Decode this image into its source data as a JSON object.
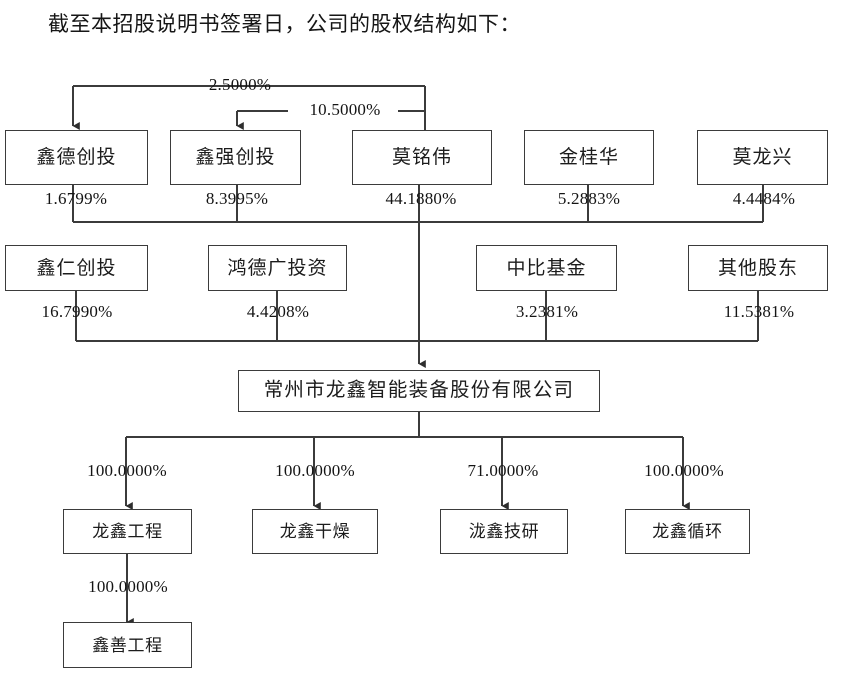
{
  "page": {
    "title": "截至本招股说明书签署日，公司的股权结构如下：",
    "background": "#ffffff",
    "line_color": "#3b3b3b",
    "text_color": "#1a1a1a"
  },
  "chart_data": {
    "type": "diagram",
    "title": "截至本招股说明书签署日，公司的股权结构如下：",
    "diagram_kind": "shareholding-structure-tree",
    "center_entity": "常州市龙鑫智能装备股份有限公司",
    "shareholders_row1": [
      {
        "name": "鑫德创投",
        "pct": "1.6799%"
      },
      {
        "name": "鑫强创投",
        "pct": "8.3995%"
      },
      {
        "name": "莫铭伟",
        "pct": "44.1880%"
      },
      {
        "name": "金桂华",
        "pct": "5.2883%"
      },
      {
        "name": "莫龙兴",
        "pct": "4.4484%"
      }
    ],
    "shareholders_row2": [
      {
        "name": "鑫仁创投",
        "pct": "16.7990%"
      },
      {
        "name": "鸿德广投资",
        "pct": "4.4208%"
      },
      {
        "name": "中比基金",
        "pct": "3.2381%"
      },
      {
        "name": "其他股东",
        "pct": "11.5381%"
      }
    ],
    "inter_shareholder_links": [
      {
        "from": "莫铭伟",
        "to": "鑫德创投",
        "pct": "2.5000%"
      },
      {
        "from": "莫铭伟",
        "to": "鑫强创投",
        "pct": "10.5000%"
      }
    ],
    "subsidiaries": [
      {
        "name": "龙鑫工程",
        "pct": "100.0000%"
      },
      {
        "name": "龙鑫干燥",
        "pct": "100.0000%"
      },
      {
        "name": "泷鑫技研",
        "pct": "71.0000%"
      },
      {
        "name": "龙鑫循环",
        "pct": "100.0000%"
      }
    ],
    "sub_subsidiaries": [
      {
        "name": "鑫善工程",
        "parent": "龙鑫工程",
        "pct": "100.0000%"
      }
    ]
  },
  "nodes": {
    "row1": {
      "n0": "鑫德创投",
      "n1": "鑫强创投",
      "n2": "莫铭伟",
      "n3": "金桂华",
      "n4": "莫龙兴"
    },
    "row2": {
      "n0": "鑫仁创投",
      "n1": "鸿德广投资",
      "n2": "中比基金",
      "n3": "其他股东"
    },
    "company": "常州市龙鑫智能装备股份有限公司",
    "row3": {
      "n0": "龙鑫工程",
      "n1": "龙鑫干燥",
      "n2": "泷鑫技研",
      "n3": "龙鑫循环"
    },
    "row4": {
      "n0": "鑫善工程"
    }
  },
  "percents": {
    "link_top": "2.5000%",
    "link_second": "10.5000%",
    "row1": {
      "p0": "1.6799%",
      "p1": "8.3995%",
      "p2": "44.1880%",
      "p3": "5.2883%",
      "p4": "4.4484%"
    },
    "row2": {
      "p0": "16.7990%",
      "p1": "4.4208%",
      "p2": "3.2381%",
      "p3": "11.5381%"
    },
    "row3": {
      "p0": "100.0000%",
      "p1": "100.0000%",
      "p2": "71.0000%",
      "p3": "100.0000%"
    },
    "row4": {
      "p0": "100.0000%"
    }
  }
}
